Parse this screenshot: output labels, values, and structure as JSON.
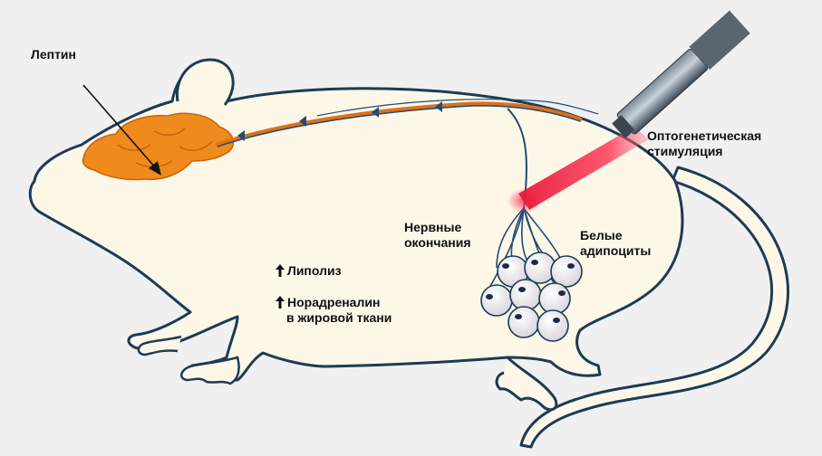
{
  "labels": {
    "leptin": "Лептин",
    "optogenetic_line1": "Оптогенетическая",
    "optogenetic_line2": "стимуляция",
    "nerve_line1": "Нервные",
    "nerve_line2": "окончания",
    "adipocyte_line1": "Белые",
    "adipocyte_line2": "адипоциты",
    "lipolysis": "Липолиз",
    "noradrenaline_line1": "Норадреналин",
    "noradrenaline_line2": "в жировой ткани"
  },
  "icons": {
    "increase": "up-arrow-icon",
    "laser": "laser-emitter-icon"
  },
  "colors": {
    "background": "#f0f0f0",
    "mouse_fill": "#fdf7e8",
    "outline": "#1d3b54",
    "brain": "#f08a1c",
    "nerve_orange": "#e0701a",
    "nerve_blue": "#1f4c75",
    "laser_beam": "#e8173a",
    "fat_cell": "#ece9ee",
    "nucleus": "#1e2a4a"
  }
}
